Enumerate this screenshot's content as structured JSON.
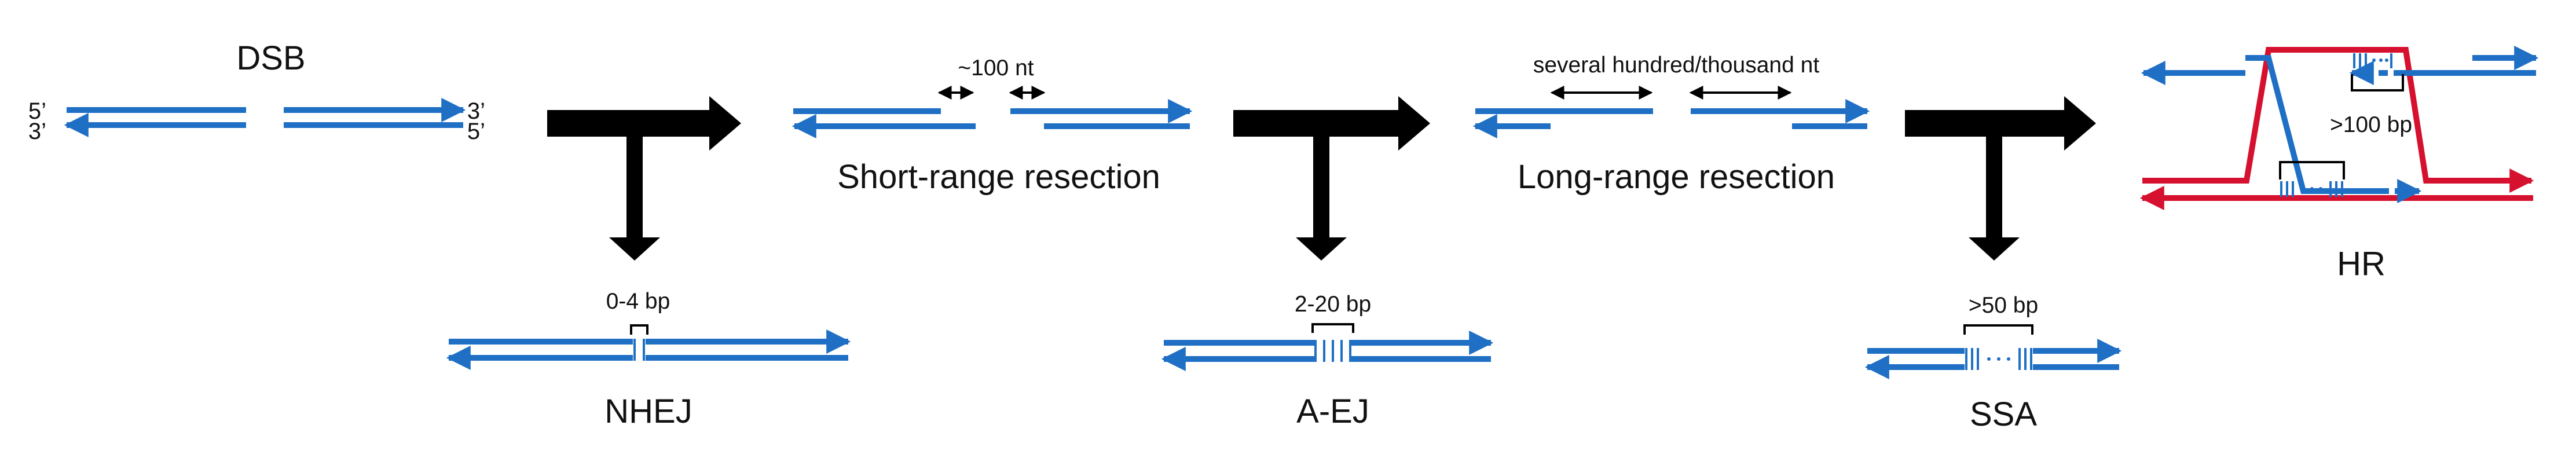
{
  "colors": {
    "dna_blue": "#1F6FC5",
    "donor_red": "#D6112F",
    "arrow_black": "#000000",
    "text": "#111111"
  },
  "stages": {
    "dsb": {
      "title": "DSB",
      "end_5_top": "5’",
      "end_3_bottom": "3’",
      "end_3_top": "3’",
      "end_5_bottom": "5’"
    },
    "short_range": {
      "title": "Short-range resection",
      "length": "~100 nt"
    },
    "long_range": {
      "title": "Long-range resection",
      "length": "several hundred/thousand nt"
    },
    "hr": {
      "title": "HR",
      "homology": ">100 bp"
    }
  },
  "pathways": {
    "nhej": {
      "name": "NHEJ",
      "homology": "0-4 bp"
    },
    "aej": {
      "name": "A-EJ",
      "homology": "2-20 bp"
    },
    "ssa": {
      "name": "SSA",
      "homology": ">50 bp"
    }
  },
  "icons": [
    "process-arrow-icon",
    "branch-arrow-icon",
    "double-headed-arrow-icon"
  ]
}
